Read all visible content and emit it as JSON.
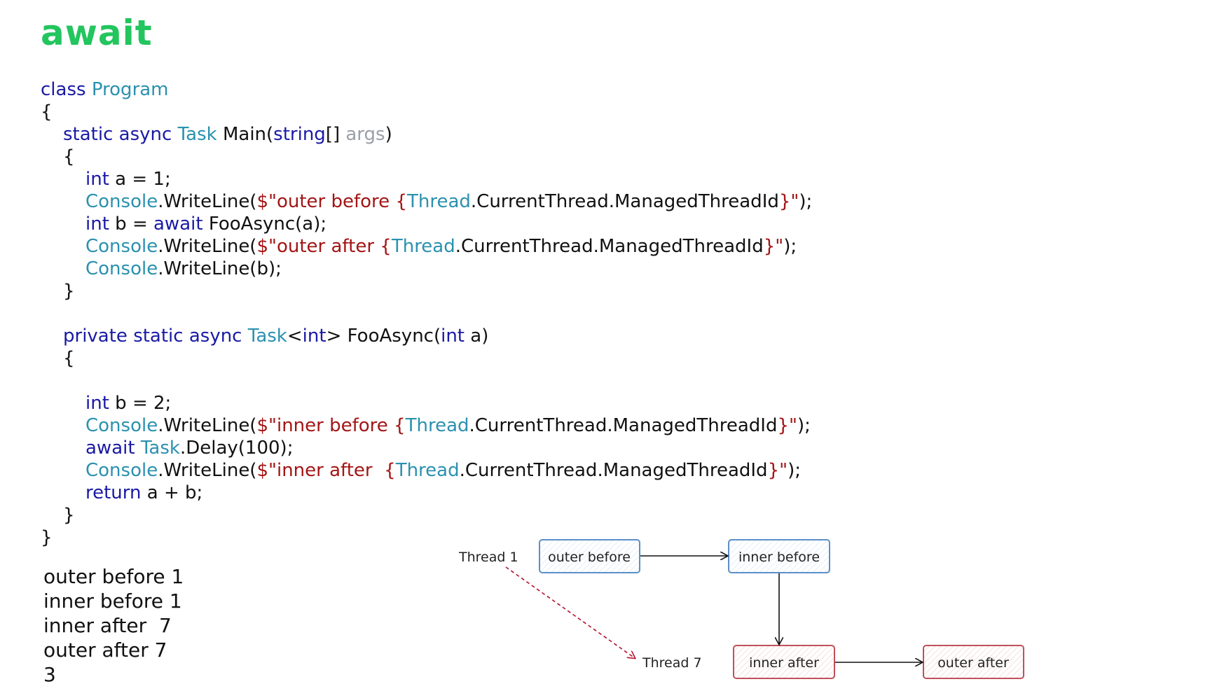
{
  "title": "await",
  "code": {
    "l1": {
      "t1": "class",
      "t2": "Program"
    },
    "l2": "{",
    "l3": {
      "t1": "static async",
      "t2": "Task",
      "t3": "Main(",
      "t4": "string",
      "t5": "[] ",
      "t6": "args",
      "t7": ")"
    },
    "l4": "{",
    "l5": {
      "t1": "int",
      "t2": " a = 1;"
    },
    "l6": {
      "t1": "Console",
      "t2": ".WriteLine(",
      "t3": "$\"outer before {",
      "t4": "Thread",
      "t5": ".CurrentThread.ManagedThreadId",
      "t6": "}\"",
      "t7": ");"
    },
    "l7": {
      "t1": "int",
      "t2": " b = ",
      "t3": "await",
      "t4": " FooAsync(a);"
    },
    "l8": {
      "t1": "Console",
      "t2": ".WriteLine(",
      "t3": "$\"outer after {",
      "t4": "Thread",
      "t5": ".CurrentThread.ManagedThreadId",
      "t6": "}\"",
      "t7": ");"
    },
    "l9": {
      "t1": "Console",
      "t2": ".WriteLine(b);"
    },
    "l10": "}",
    "l12": {
      "t1": "private static async",
      "t2": "Task",
      "t3": "<",
      "t4": "int",
      "t5": "> FooAsync(",
      "t6": "int",
      "t7": " a)"
    },
    "l13": "{",
    "l15": {
      "t1": "int",
      "t2": " b = 2;"
    },
    "l16": {
      "t1": "Console",
      "t2": ".WriteLine(",
      "t3": "$\"inner before {",
      "t4": "Thread",
      "t5": ".CurrentThread.ManagedThreadId",
      "t6": "}\"",
      "t7": ");"
    },
    "l17": {
      "t1": "await",
      "t2": "Task",
      "t3": ".Delay(100);"
    },
    "l18": {
      "t1": "Console",
      "t2": ".WriteLine(",
      "t3": "$\"inner after  {",
      "t4": "Thread",
      "t5": ".CurrentThread.ManagedThreadId",
      "t6": "}\"",
      "t7": ");"
    },
    "l19": {
      "t1": "return",
      "t2": " a + b;"
    },
    "l20": "}",
    "l21": "}"
  },
  "output": [
    "outer before 1",
    "inner before 1",
    "inner after  7",
    "outer after 7",
    "3"
  ],
  "diagram": {
    "thread1": "Thread 1",
    "thread7": "Thread 7",
    "outer_before": "outer before",
    "inner_before": "inner before",
    "inner_after": "inner after",
    "outer_after": "outer after"
  },
  "colors": {
    "title": "#22c55e",
    "keyword": "#1a1aa6",
    "type": "#2b91af",
    "string": "#a31515",
    "blue_box": "#5b8fc7",
    "red_box": "#c0505a"
  }
}
